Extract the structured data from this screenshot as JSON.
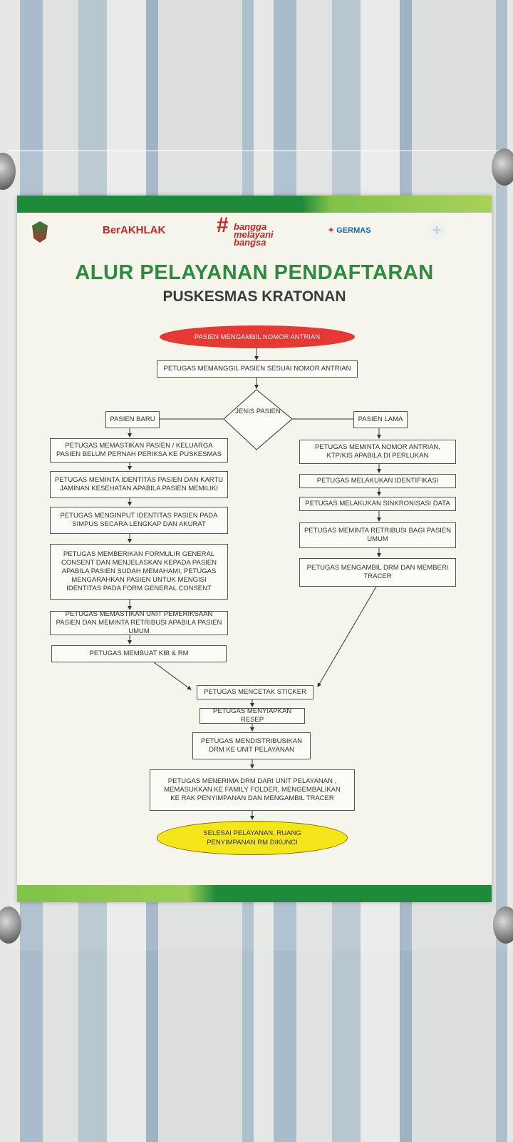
{
  "logos": {
    "city": "city-emblem",
    "berakhlak": "BerAKHLAK",
    "bangga": [
      "bangga",
      "melayani",
      "bangsa"
    ],
    "germas": "GERMAS",
    "puskesmas": "PUSKESMAS KRATONAN"
  },
  "header": {
    "title": "ALUR PELAYANAN PENDAFTARAN",
    "subtitle": "PUSKESMAS KRATONAN"
  },
  "flow": {
    "start": "PASIEN MENGAMBIL NOMOR ANTRIAN",
    "call": "PETUGAS MEMANGGIL PASIEN SESUAI NOMOR ANTRIAN",
    "decision": "JENIS PASIEN",
    "branch_new": "PASIEN BARU",
    "branch_old": "PASIEN LAMA",
    "new_steps": [
      "PETUGAS MEMASTIKAN PASIEN / KELUARGA PASIEN BELUM PERNAH PERIKSA KE PUSKESMAS",
      "PETUGAS MEMINTA IDENTITAS PASIEN DAN KARTU JAMINAN KESEHATAN APABILA PASIEN MEMILIKI",
      "PETUGAS MENGINPUT IDENTITAS PASIEN PADA SIMPUS SECARA LENGKAP DAN AKURAT",
      "PETUGAS MEMBERIKAN FORMULIR GENERAL CONSENT DAN MENJELASKAN KEPADA PASIEN APABILA PASIEN SUDAH MEMAHAMI, PETUGAS MENGARAHKAN PASIEN UNTUK MENGISI IDENTITAS PADA FORM GENERAL CONSENT",
      "PETUGAS MEMASTIKAN UNIT PEMERIKSAAN PASIEN DAN MEMINTA RETRIBUSI APABILA PASIEN UMUM",
      "PETUGAS MEMBUAT KIB & RM"
    ],
    "old_steps": [
      "PETUGAS MEMINTA NOMOR ANTRIAN, KTP/KIS APABILA DI PERLUKAN",
      "PETUGAS MELAKUKAN IDENTIFIKASI",
      "PETUGAS MELAKUKAN SINKRONISASI DATA",
      "PETUGAS MEMINTA RETRIBUSI BAGI PASIEN UMUM",
      "PETUGAS MENGAMBIL DRM DAN MEMBERI TRACER"
    ],
    "common_steps": [
      "PETUGAS MENCETAK STICKER",
      "PETUGAS MENYIAPKAN RESEP",
      "PETUGAS MENDISTRIBUSIKAN DRM KE UNIT PELAYANAN",
      "PETUGAS MENERIMA DRM DARI UNIT PELAYANAN , MEMASUKKAN KE FAMILY FOLDER, MENGEMBALIKAN KE RAK PENYIMPANAN DAN MENGAMBIL TRACER"
    ],
    "end": "SELESAI PELAYANAN, RUANG PENYIMPANAN RM DIKUNCI"
  },
  "colors": {
    "start_oval": "#e53935",
    "end_oval": "#f4e61a",
    "title_green": "#2e8b3e",
    "band_green": "#1f8a3a"
  }
}
